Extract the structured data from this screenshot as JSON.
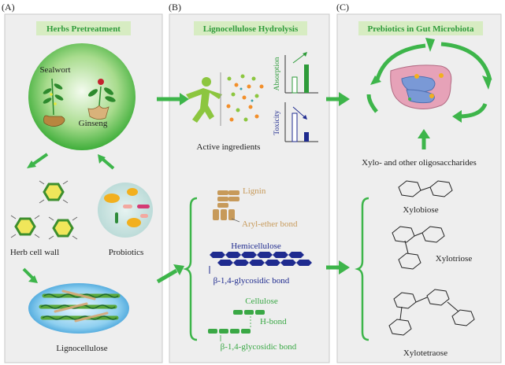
{
  "panels": {
    "a": {
      "tag": "(A)",
      "title": "Herbs Pretreatment",
      "sealwort": "Sealwort",
      "ginseng": "Ginseng",
      "cell_wall": "Herb cell wall",
      "probiotics": "Probiotics",
      "lignocellulose": "Lignocellulose"
    },
    "b": {
      "tag": "(B)",
      "title": "Lignocellulose Hydrolysis",
      "active": "Active ingredients",
      "absorption": "Absorption",
      "toxicity": "Toxicity",
      "lignin": "Lignin",
      "aryl_ether": "Aryl-ether bond",
      "hemicellulose": "Hemicellulose",
      "b14_hemi": "β-1,4-glycosidic bond",
      "cellulose": "Cellulose",
      "h_bond": "H-bond",
      "b14_cell": "β-1,4-glycosidic bond"
    },
    "c": {
      "tag": "(C)",
      "title": "Prebiotics in Gut Microbiota",
      "xos": "Xylo- and other oligosaccharides",
      "xylobiose": "Xylobiose",
      "xylotriose": "Xylotriose",
      "xylotetraose": "Xylotetraose"
    }
  },
  "colors": {
    "arrow_green": "#3db54a",
    "title_bg": "#d7ecc2",
    "title_text": "#2f9b3a",
    "lignin": "#c79a5a",
    "hemicellulose": "#1f2b8f",
    "cellulose": "#3aa845",
    "panel_bg": "#eeeeee"
  }
}
